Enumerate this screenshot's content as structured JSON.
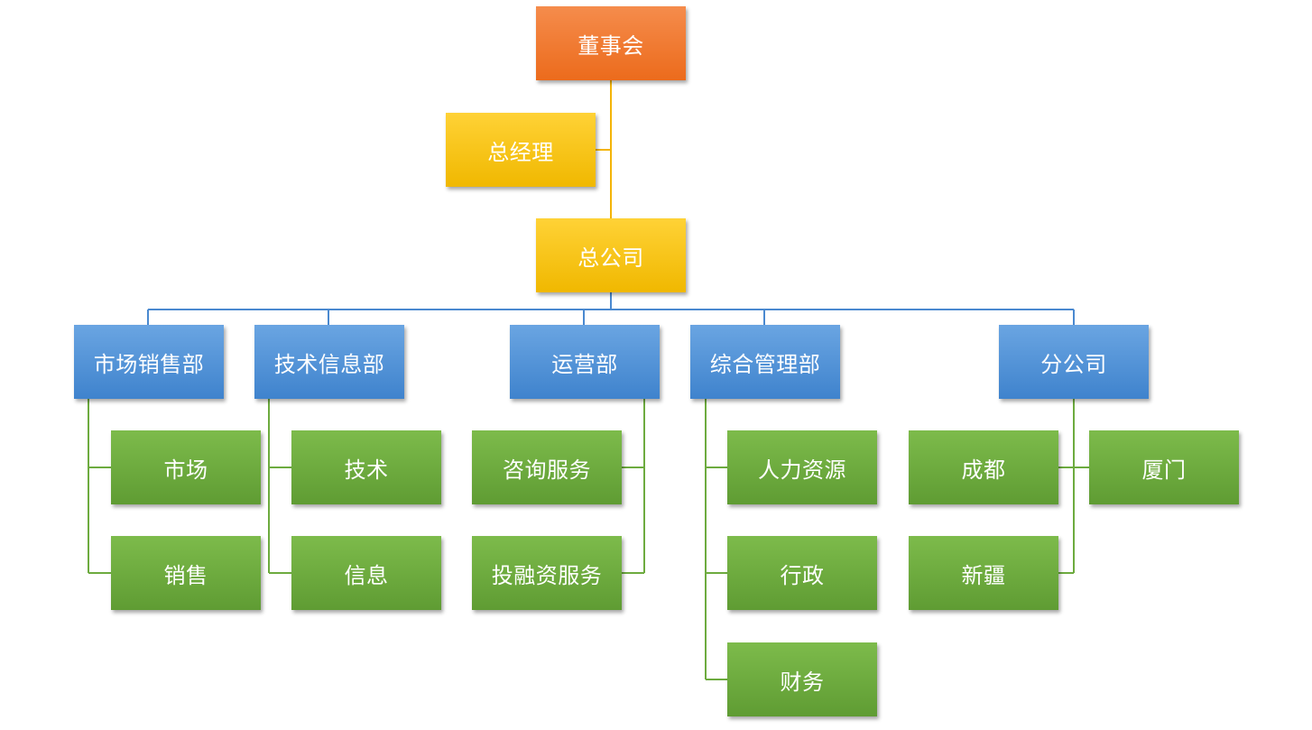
{
  "diagram": {
    "colors": {
      "board": "#ec7024",
      "management": "#fcc21a",
      "department": "#4f8fd6",
      "unit": "#6dab3f",
      "line_top": "#f4b400",
      "line_dept": "#4a89d0",
      "line_unit": "#6dab3f"
    },
    "board": "董事会",
    "general_manager": "总经理",
    "head_office": "总公司",
    "departments": [
      {
        "label": "市场销售部",
        "units": [
          "市场",
          "销售"
        ]
      },
      {
        "label": "技术信息部",
        "units": [
          "技术",
          "信息"
        ]
      },
      {
        "label": "运营部",
        "units": [
          "咨询服务",
          "投融资服务"
        ]
      },
      {
        "label": "综合管理部",
        "units": [
          "人力资源",
          "行政",
          "财务"
        ]
      },
      {
        "label": "分公司",
        "units": [
          "成都",
          "厦门",
          "新疆"
        ]
      }
    ]
  }
}
